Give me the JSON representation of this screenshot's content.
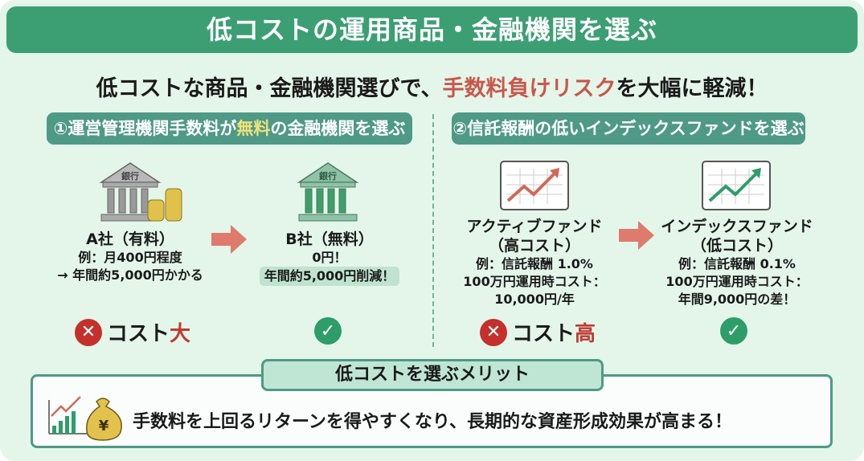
{
  "header": {
    "title": "低コストの運用商品・金融機関を選ぶ"
  },
  "subtitle": {
    "prefix": "低コストな商品・金融機関選びで、",
    "highlight": "手数料負けリスク",
    "suffix": "を大幅に軽減！"
  },
  "section1": {
    "title_prefix": "①運営管理機関手数料が",
    "title_highlight": "無料",
    "title_suffix": "の金融機関を選ぶ",
    "bank_label": "銀行",
    "a": {
      "name": "A社（有料）",
      "line1": "例：月400円程度",
      "line2": "→ 年間約5,000円かかる",
      "mark": "コスト",
      "mark_red": "大"
    },
    "b": {
      "name": "B社（無料）",
      "line1": "0円！",
      "line2": "年間約5,000円削減！"
    }
  },
  "section2": {
    "title": "②信託報酬の低いインデックスファンドを選ぶ",
    "active": {
      "name": "アクティブファンド",
      "sub": "（高コスト）",
      "line1": "例：信託報酬 1.0%",
      "line2": "100万円運用時コスト：",
      "line3": "10,000円/年",
      "mark": "コスト",
      "mark_red": "高"
    },
    "index": {
      "name": "インデックスファンド",
      "sub": "（低コスト）",
      "line1": "例：信託報酬 0.1%",
      "line2": "100万円運用時コスト：",
      "line3": "年間9,000円の差！"
    }
  },
  "merit": {
    "title": "低コストを選ぶメリット",
    "text": "手数料を上回るリターンを得やすくなり、長期的な資産形成効果が高まる！",
    "yen": "¥"
  },
  "marks": {
    "cross": "✕",
    "check": "✓"
  },
  "colors": {
    "header": "#3c9f73",
    "section": "#4e9a86",
    "red": "#c9574b",
    "green": "#2e9d6a"
  }
}
